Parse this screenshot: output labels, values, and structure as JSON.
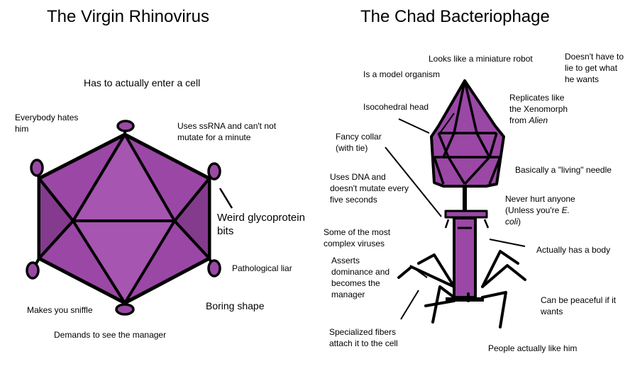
{
  "titles": {
    "left": "The Virgin Rhinovirus",
    "right": "The Chad Bacteriophage"
  },
  "colors": {
    "virus_fill": "#9b47a6",
    "virus_light": "#a655b0",
    "virus_dark": "#7a3383",
    "knob_fill": "#9a4aa5",
    "outline": "#000000"
  },
  "left_labels": {
    "enter_cell": "Has to actually enter a cell",
    "hates": "Everybody hates\nhim",
    "ssrna": "Uses ssRNA and can't not\nmutate for a minute",
    "glycoprotein": "Weird glycoprotein\nbits",
    "liar": "Pathological liar",
    "boring": "Boring shape",
    "sniffle": "Makes you sniffle",
    "manager": "Demands to see the manager"
  },
  "right_labels": {
    "robot": "Looks like a miniature robot",
    "lie": "Doesn't have to\nlie to get what\nhe wants",
    "model": "Is a model organism",
    "replicates_prefix": "Replicates like\nthe Xenomorph\nfrom ",
    "replicates_em": "Alien",
    "isocohedral": "Isocohedral head",
    "collar": "Fancy collar\n (with tie)",
    "needle": "Basically a \"living\" needle",
    "dna": "Uses DNA and\ndoesn't mutate every\nfive seconds",
    "never_hurt_prefix": "Never hurt anyone\n(Unless you're ",
    "never_hurt_em": "E.\ncoli",
    "never_hurt_suffix": ")",
    "complex": "Some of the most\ncomplex viruses",
    "body": "Actually has a body",
    "asserts": "Asserts\ndominance and\nbecomes the\nmanager",
    "peaceful": "Can be peaceful if it\nwants",
    "fibers": "Specialized fibers\nattach it to the cell",
    "liked": "People actually like him"
  }
}
